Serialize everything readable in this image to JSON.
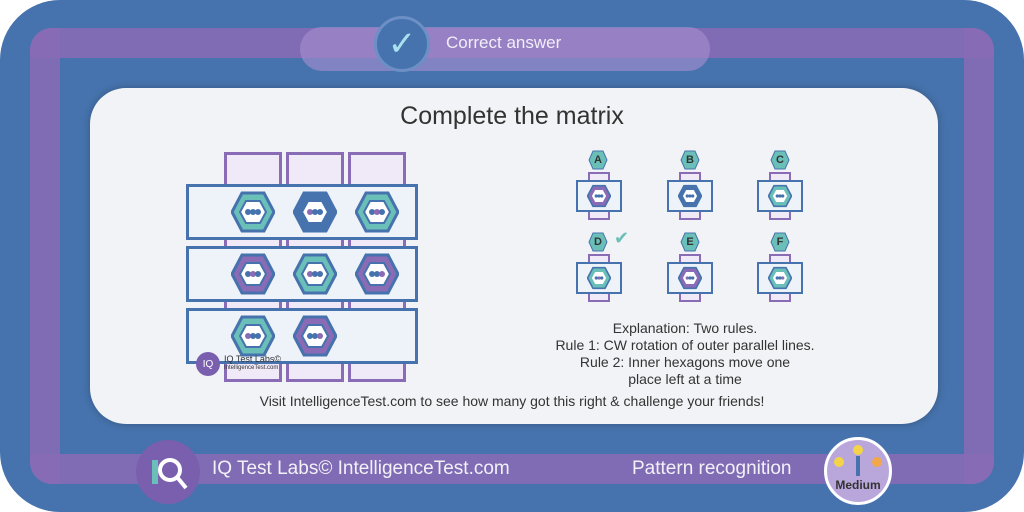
{
  "header": {
    "status_label": "Correct answer",
    "status_icon": "checkmark-icon"
  },
  "card": {
    "title": "Complete the matrix",
    "explanation": [
      "Explanation: Two rules.",
      "Rule 1: CW rotation of outer parallel lines.",
      "Rule 2: Inner hexagons move one",
      "place left at a time"
    ],
    "visit_text": "Visit IntelligenceTest.com to see how many got this right & challenge your friends!",
    "watermark": {
      "brand": "IQ Test Labs©",
      "site": "IntelligenceTest.com"
    }
  },
  "options": {
    "labels": [
      "A",
      "B",
      "C",
      "D",
      "E",
      "F"
    ],
    "correct": "D"
  },
  "footer": {
    "brand": "IQ Test Labs© IntelligenceTest.com",
    "category": "Pattern recognition",
    "difficulty": "Medium"
  },
  "colors": {
    "frame_blue": "#4673ad",
    "accent_purple": "#8a6bb5",
    "hex_teal": "#6ac0b8"
  }
}
